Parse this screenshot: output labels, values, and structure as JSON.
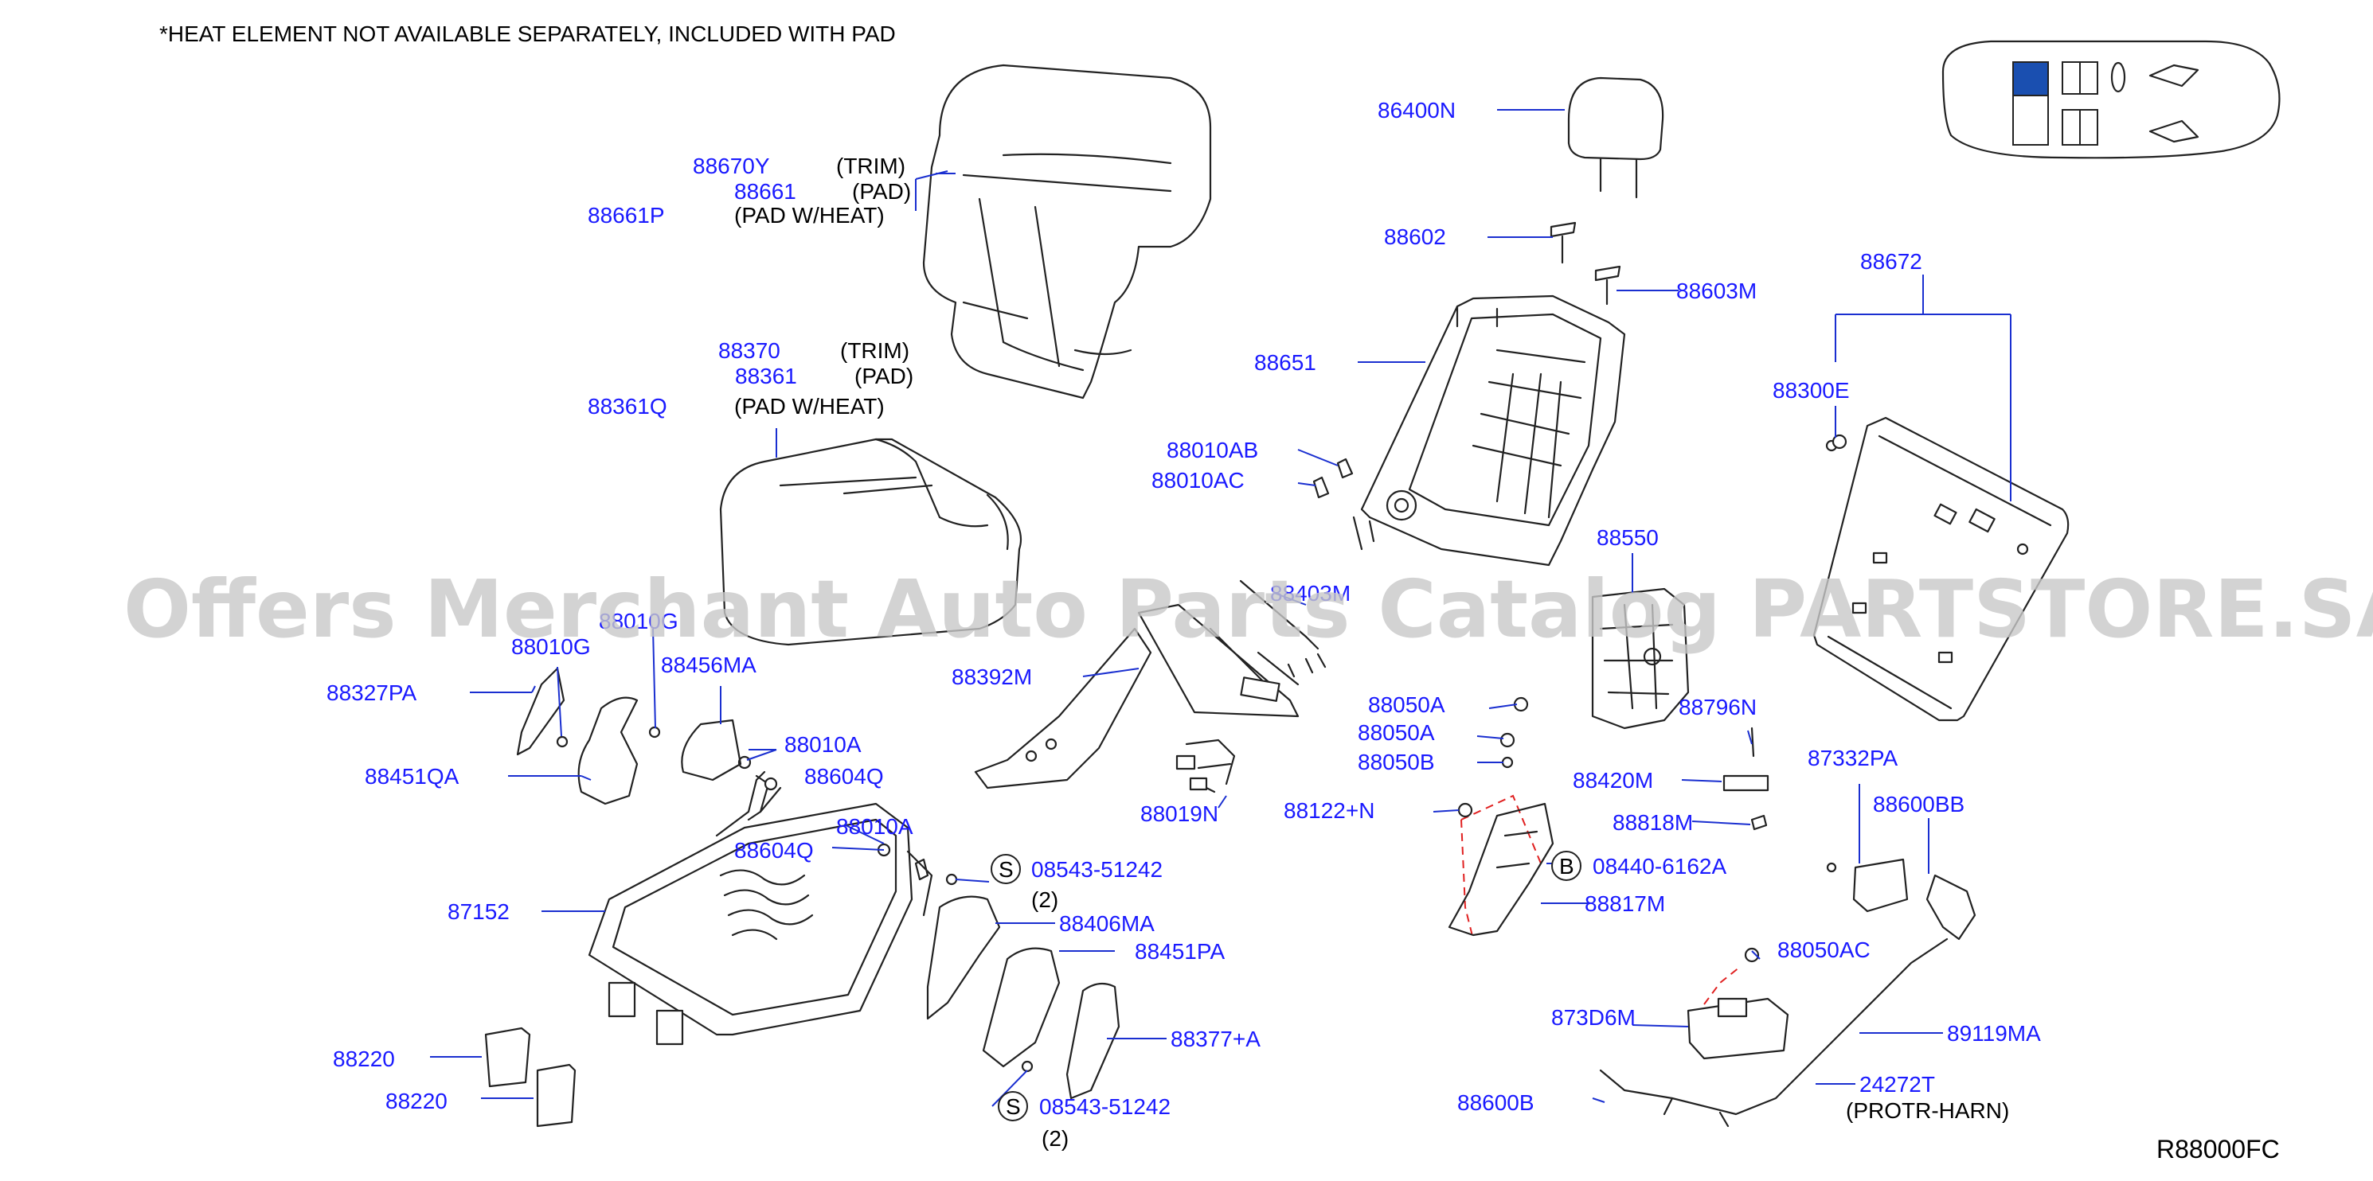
{
  "header_note": "*HEAT ELEMENT NOT AVAILABLE SEPARATELY, INCLUDED WITH PAD",
  "figure_code": "R88000FC",
  "watermark": "Offers Merchant Auto Parts Catalog PARTSTORE.SA",
  "colors": {
    "part_label": "#1a1aff",
    "leader_line": "#1a2fd0",
    "highlight": "#1a4fb0",
    "hidden_line": "#e02020"
  },
  "callouts": {
    "p88670Y": "88670Y",
    "t_trim1": "(TRIM)",
    "p88661": "88661",
    "t_pad1": "(PAD)",
    "p88661P": "88661P",
    "t_padheat1": "(PAD W/HEAT)",
    "p88370": "88370",
    "t_trim2": "(TRIM)",
    "p88361": "88361",
    "t_pad2": "(PAD)",
    "p88361Q": "88361Q",
    "t_padheat2": "(PAD W/HEAT)",
    "p86400N": "86400N",
    "p88602": "88602",
    "p88603M": "88603M",
    "p88651": "88651",
    "p88672": "88672",
    "p88300E": "88300E",
    "p88010AB": "88010AB",
    "p88010AC": "88010AC",
    "p88550": "88550",
    "p88403M": "88403M",
    "p88392M": "88392M",
    "p88010G": "88010G",
    "p88010G2": "88010G",
    "p88327PA": "88327PA",
    "p88456MA": "88456MA",
    "p88010A": "88010A",
    "p88604Q": "88604Q",
    "p88451QA": "88451QA",
    "p88010A2": "88010A",
    "p88604Q2": "88604Q",
    "s_badge": "S",
    "p08543a": "08543-51242",
    "q2a": "(2)",
    "p87152": "87152",
    "p88406MA": "88406MA",
    "p88451PA": "88451PA",
    "p88377A": "88377+A",
    "p88220a": "88220",
    "p88220b": "88220",
    "s_badge2": "S",
    "p08543b": "08543-51242",
    "q2b": "(2)",
    "p88019N": "88019N",
    "p88050A": "88050A",
    "p88050A2": "88050A",
    "p88050B": "88050B",
    "p88122N": "88122+N",
    "p88796N": "88796N",
    "p88420M": "88420M",
    "p87332PA": "87332PA",
    "p88818M": "88818M",
    "p88600BB": "88600BB",
    "b_badge": "B",
    "p08440": "08440-6162A",
    "p88817M": "88817M",
    "p88050AC": "88050AC",
    "p873D6M": "873D6M",
    "p89119MA": "89119MA",
    "p24272T": "24272T",
    "t_protr": "(PROTR-HARN)",
    "p88600B": "88600B"
  }
}
